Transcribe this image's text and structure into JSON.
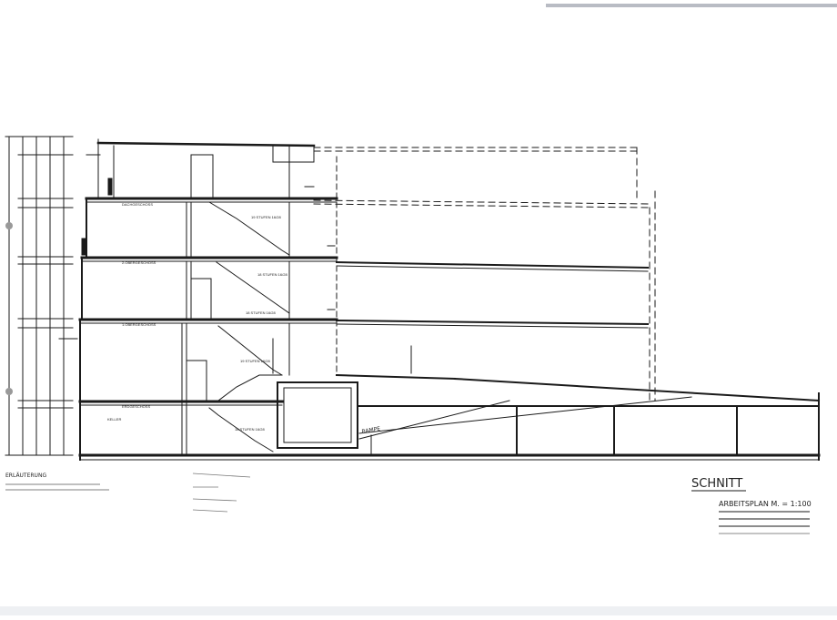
{
  "drawing": {
    "section_title": "SCHNITT",
    "plan_label": "ARBEITSPLAN M. = 1:100",
    "ink_color": "#1a1a1a",
    "paper_color": "#ffffff",
    "floor_labels": [
      {
        "key": "dachgeschoss",
        "text": "DACHGESCHOSS"
      },
      {
        "key": "ober_geschoss_2",
        "text": "2.OBERGESCHOSS"
      },
      {
        "key": "ober_geschoss_1",
        "text": "1.OBERGESCHOSS"
      },
      {
        "key": "erdgeschoss",
        "text": "ERDGESCHOSS"
      },
      {
        "key": "keller",
        "text": "KELLER"
      }
    ],
    "stair_labels": [
      "19 STUFEN 16/28",
      "18 STUFEN 16/28",
      "18 STUFEN 16/28",
      "19 STUFEN 16/28",
      "18 STUFEN 16/28"
    ],
    "ramp_label": "RAMPE",
    "legend_lines": [
      "ERLÄUTERUNG"
    ]
  }
}
